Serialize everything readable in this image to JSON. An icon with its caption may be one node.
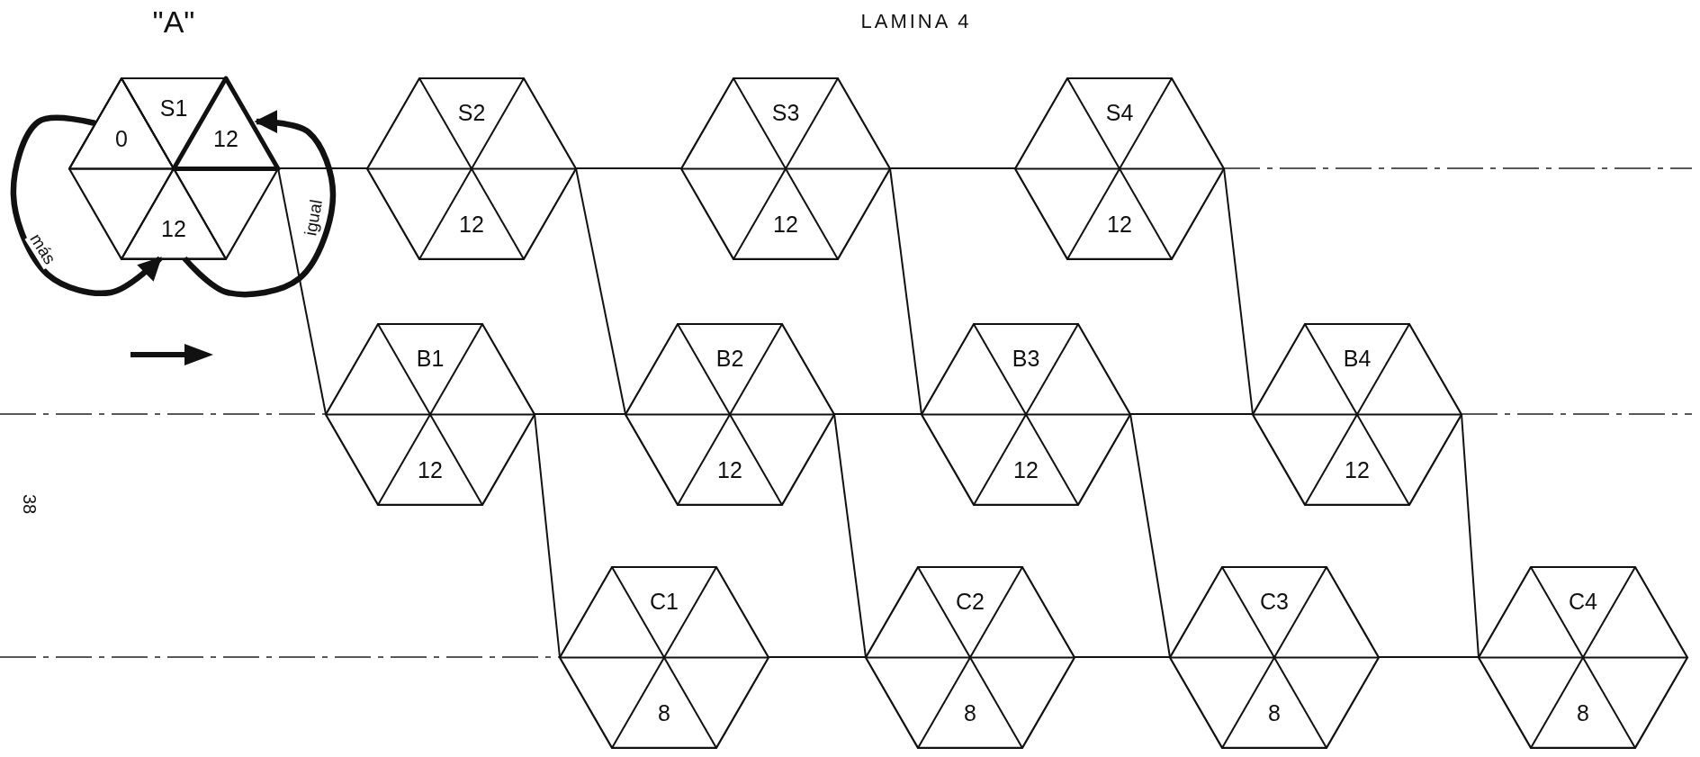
{
  "diagram": {
    "title": "LAMINA 4",
    "nodes": [
      {
        "text": [
          "\"A\""
        ]
      },
      {
        "text": [
          "S1"
        ],
        "in": 0
      },
      {
        "text": [
          "0"
        ],
        "in": 0
      },
      {
        "text": [
          "12"
        ],
        "in": 0
      },
      {
        "text": [
          "12"
        ],
        "in": 0
      },
      {
        "text": [
          "S2",
          "12"
        ]
      },
      {
        "text": [
          "S3",
          "12"
        ]
      },
      {
        "text": [
          "S4",
          "12"
        ]
      },
      {
        "text": [
          "B1",
          "12"
        ]
      },
      {
        "text": [
          "B2",
          "12"
        ]
      },
      {
        "text": [
          "B3",
          "12"
        ]
      },
      {
        "text": [
          "B4",
          "12"
        ]
      },
      {
        "text": [
          "C1",
          "8"
        ]
      },
      {
        "text": [
          "C2",
          "8"
        ]
      },
      {
        "text": [
          "C3",
          "8"
        ]
      },
      {
        "text": [
          "C4",
          "8"
        ]
      }
    ],
    "edges": [
      {
        "from": 2,
        "to": 4,
        "arrow": "to",
        "label": "más",
        "style": "thick"
      },
      {
        "from": 4,
        "to": 3,
        "arrow": "to",
        "label": "igual",
        "style": "thick"
      },
      {
        "from": 0,
        "to": 5,
        "arrow": "none"
      },
      {
        "from": 5,
        "to": 6,
        "arrow": "none"
      },
      {
        "from": 6,
        "to": 7,
        "arrow": "none"
      },
      {
        "from": 8,
        "to": 9,
        "arrow": "none"
      },
      {
        "from": 9,
        "to": 10,
        "arrow": "none"
      },
      {
        "from": 10,
        "to": 11,
        "arrow": "none"
      },
      {
        "from": 12,
        "to": 13,
        "arrow": "none"
      },
      {
        "from": 13,
        "to": 14,
        "arrow": "none"
      },
      {
        "from": 14,
        "to": 15,
        "arrow": "none"
      },
      {
        "from": 0,
        "to": 8,
        "arrow": "none"
      },
      {
        "from": 8,
        "to": 12,
        "arrow": "none"
      },
      {
        "from": 5,
        "to": 9,
        "arrow": "none"
      },
      {
        "from": 9,
        "to": 13,
        "arrow": "none"
      },
      {
        "from": 6,
        "to": 10,
        "arrow": "none"
      },
      {
        "from": 10,
        "to": 14,
        "arrow": "none"
      },
      {
        "from": 7,
        "to": 11,
        "arrow": "none"
      },
      {
        "from": 11,
        "to": 15,
        "arrow": "none"
      }
    ],
    "labels": [
      "38"
    ]
  }
}
